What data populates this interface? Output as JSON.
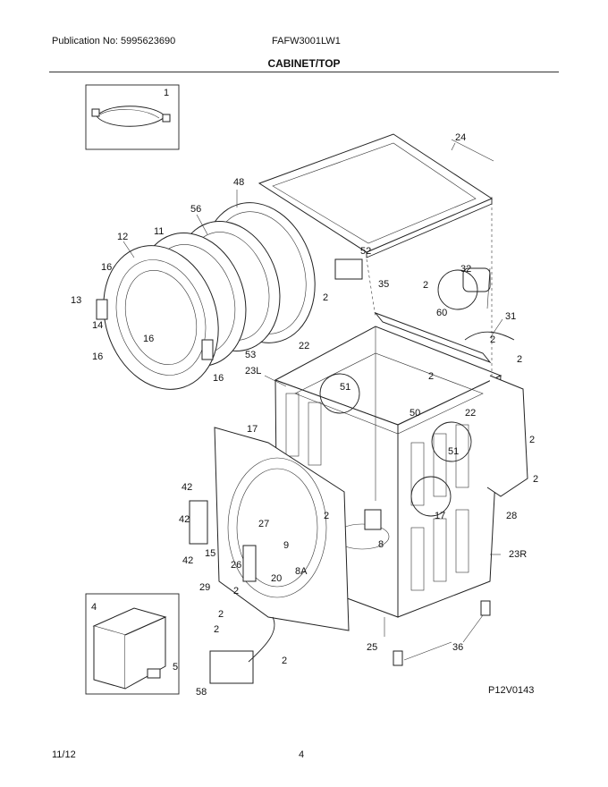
{
  "header": {
    "publication": "Publication No: 5995623690",
    "model": "FAFW3001LW1",
    "section_title": "CABINET/TOP"
  },
  "footer": {
    "date": "11/12",
    "page": "4",
    "diagram_code": "P12V0143"
  },
  "callouts": [
    "1",
    "24",
    "48",
    "56",
    "12",
    "11",
    "52",
    "32",
    "35",
    "2",
    "60",
    "16",
    "13",
    "14",
    "2",
    "22",
    "31",
    "2",
    "16",
    "53",
    "23L",
    "16",
    "2",
    "16",
    "51",
    "50",
    "22",
    "2",
    "17",
    "51",
    "2",
    "42",
    "27",
    "42",
    "17",
    "15",
    "42",
    "9",
    "8",
    "26",
    "28",
    "2",
    "20",
    "8A",
    "23R",
    "29",
    "2",
    "4",
    "2",
    "25",
    "36",
    "5",
    "2",
    "58",
    "2",
    "2"
  ]
}
